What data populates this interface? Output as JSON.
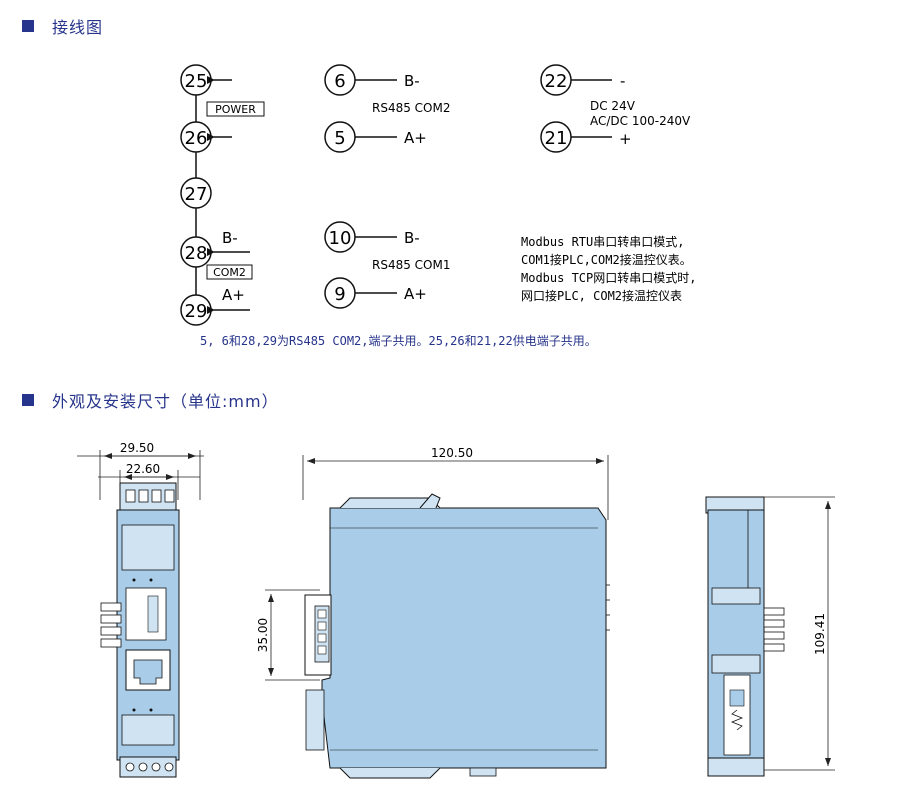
{
  "sections": {
    "wiring_title": "接线图",
    "dimensions_title": "外观及安装尺寸（单位:mm）"
  },
  "wiring": {
    "terminals": {
      "t25": "25",
      "t26": "26",
      "t27": "27",
      "t28": "28",
      "t29": "29",
      "t6": "6",
      "t5": "5",
      "t10": "10",
      "t9": "9",
      "t22": "22",
      "t21": "21"
    },
    "power_label": "POWER",
    "com2_label": "COM2",
    "b_minus": "B-",
    "a_plus": "A+",
    "rs485_com2": "RS485 COM2",
    "rs485_com1": "RS485 COM1",
    "dc_minus": "-",
    "dc_plus": "+",
    "dc_24v": "DC 24V",
    "acdc": "AC/DC 100-240V",
    "modbus_notes": [
      "Modbus RTU串口转串口模式,",
      "COM1接PLC,COM2接温控仪表。",
      "Modbus TCP网口转串口模式时,",
      "网口接PLC, COM2接温控仪表"
    ],
    "footnote": "5, 6和28,29为RS485 COM2,端子共用。25,26和21,22供电端子共用。"
  },
  "dimensions": {
    "width_outer": "29.50",
    "width_inner": "22.60",
    "length": "120.50",
    "rail_height": "35.00",
    "height": "109.41"
  },
  "colors": {
    "accent": "#27348b",
    "device_fill": "#a9cde8",
    "device_stroke": "#1a1a1a",
    "terminal_fill": "#cfe3f2"
  }
}
